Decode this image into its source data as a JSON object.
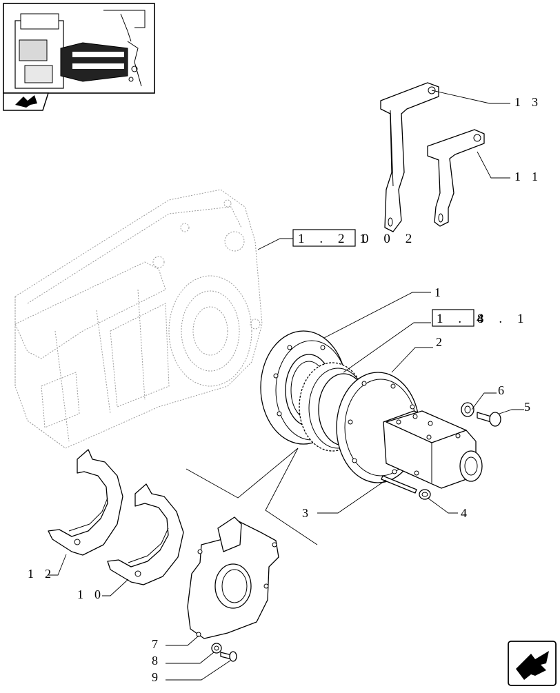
{
  "thumbnail": {
    "icon": "tractor-rear-axle-thumbnail"
  },
  "nav": {
    "corner_icon": "book-arrow-icon",
    "next_icon": "next-page-arrow-icon"
  },
  "references": [
    {
      "boxed": "1 . 2 1",
      "rest": "0  0 2"
    },
    {
      "boxed": "1 . 4",
      "rest": "8 . 1"
    }
  ],
  "callouts": [
    "1",
    "2",
    "3",
    "4",
    "5",
    "6",
    "7",
    "8",
    "9",
    "1 0",
    "1 1",
    "1 2",
    "1 3"
  ]
}
